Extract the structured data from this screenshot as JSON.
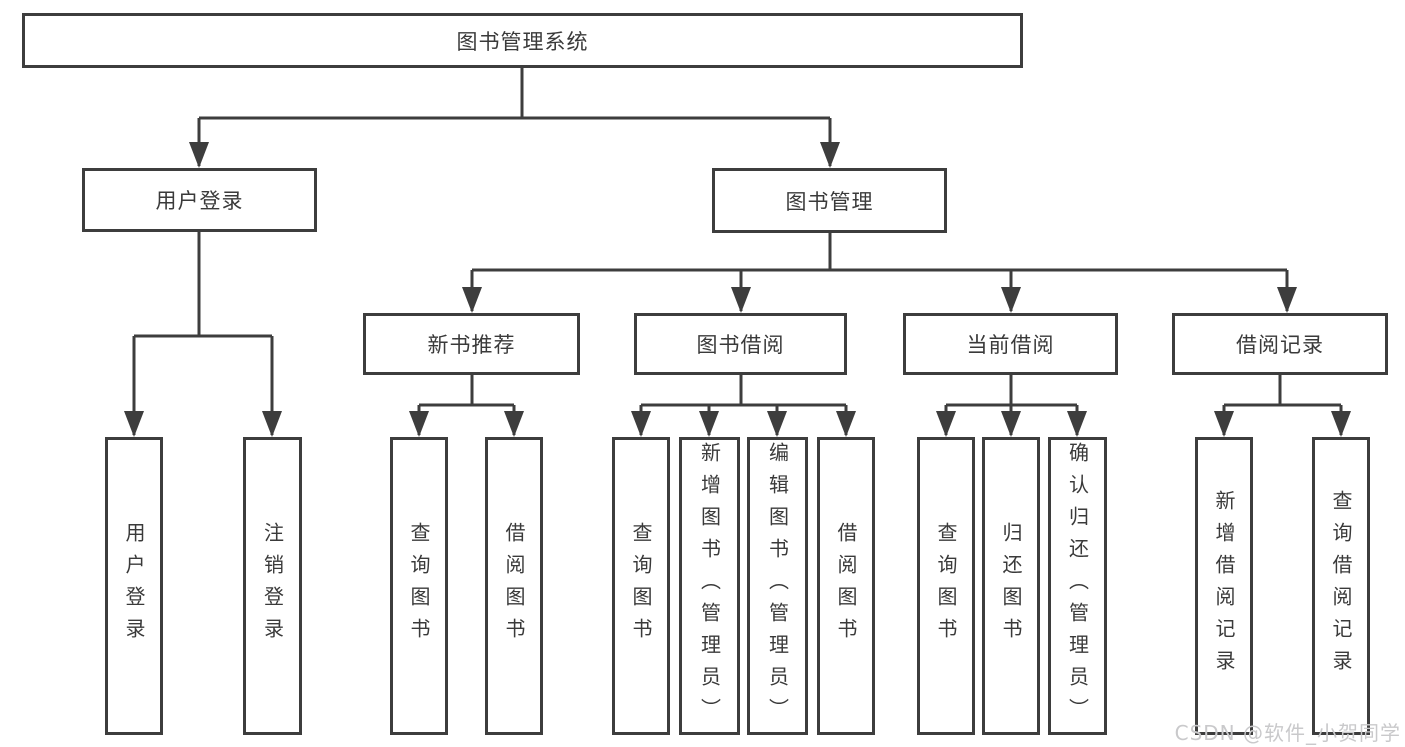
{
  "tree": {
    "root": "图书管理系统",
    "branches": [
      {
        "label": "用户登录",
        "children": [
          "用户登录",
          "注销登录"
        ]
      },
      {
        "label": "图书管理",
        "groups": [
          {
            "label": "新书推荐",
            "children": [
              "查询图书",
              "借阅图书"
            ]
          },
          {
            "label": "图书借阅",
            "children": [
              "查询图书",
              "新增图书（管理员）",
              "编辑图书（管理员）",
              "借阅图书"
            ]
          },
          {
            "label": "当前借阅",
            "children": [
              "查询图书",
              "归还图书",
              "确认归还（管理员）"
            ]
          },
          {
            "label": "借阅记录",
            "children": [
              "新增借阅记录",
              "查询借阅记录"
            ]
          }
        ]
      }
    ]
  },
  "watermark": {
    "text": "CSDN @软件_小贺同学"
  },
  "colors": {
    "line": "#3d3d3d",
    "text": "#3a3a3a",
    "watermark": "#c9c9cb",
    "background": "#ffffff"
  }
}
